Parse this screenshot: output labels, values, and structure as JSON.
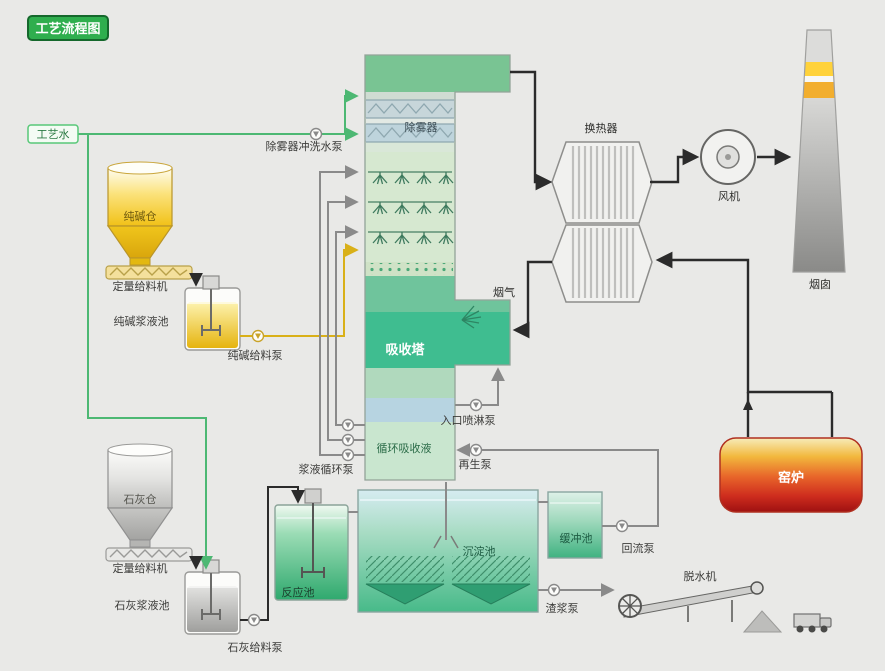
{
  "title": "工艺流程图",
  "labels": {
    "process_water": "工艺水",
    "soda_silo": "纯碱仓",
    "soda_feeder": "定量给料机",
    "soda_slurry_tank": "纯碱浆液池",
    "soda_feed_pump": "纯碱给料泵",
    "demister_flush_pump": "除雾器冲洗水泵",
    "demister": "除雾器",
    "absorber_tower": "吸收塔",
    "circulating_liquid": "循环吸收液",
    "slurry_circulation_pump": "浆液循环泵",
    "inlet_spray_pump": "入口喷淋泵",
    "regeneration_pump": "再生泵",
    "flue_gas": "烟气",
    "heat_exchanger": "换热器",
    "fan": "风机",
    "chimney": "烟囱",
    "furnace": "窑炉",
    "lime_silo": "石灰仓",
    "lime_feeder": "定量给料机",
    "lime_slurry_tank": "石灰浆液池",
    "lime_feed_pump": "石灰给料泵",
    "reaction_tank": "反应池",
    "sedimentation_tank": "沉淀池",
    "buffer_tank": "缓冲池",
    "return_pump": "回流泵",
    "slag_slurry_pump": "渣浆泵",
    "dewatering_machine": "脱水机"
  },
  "colors": {
    "background": "#e9e9e7",
    "title_green": "#2fae4e",
    "water_line_green": "#4db873",
    "soda_line_yellow": "#d9b018",
    "slurry_line_gray": "#8a8a8a",
    "gas_line_black": "#2b2b2b",
    "absorber_teal": "#3fbd90",
    "furnace_red": "#cf2d1e"
  }
}
